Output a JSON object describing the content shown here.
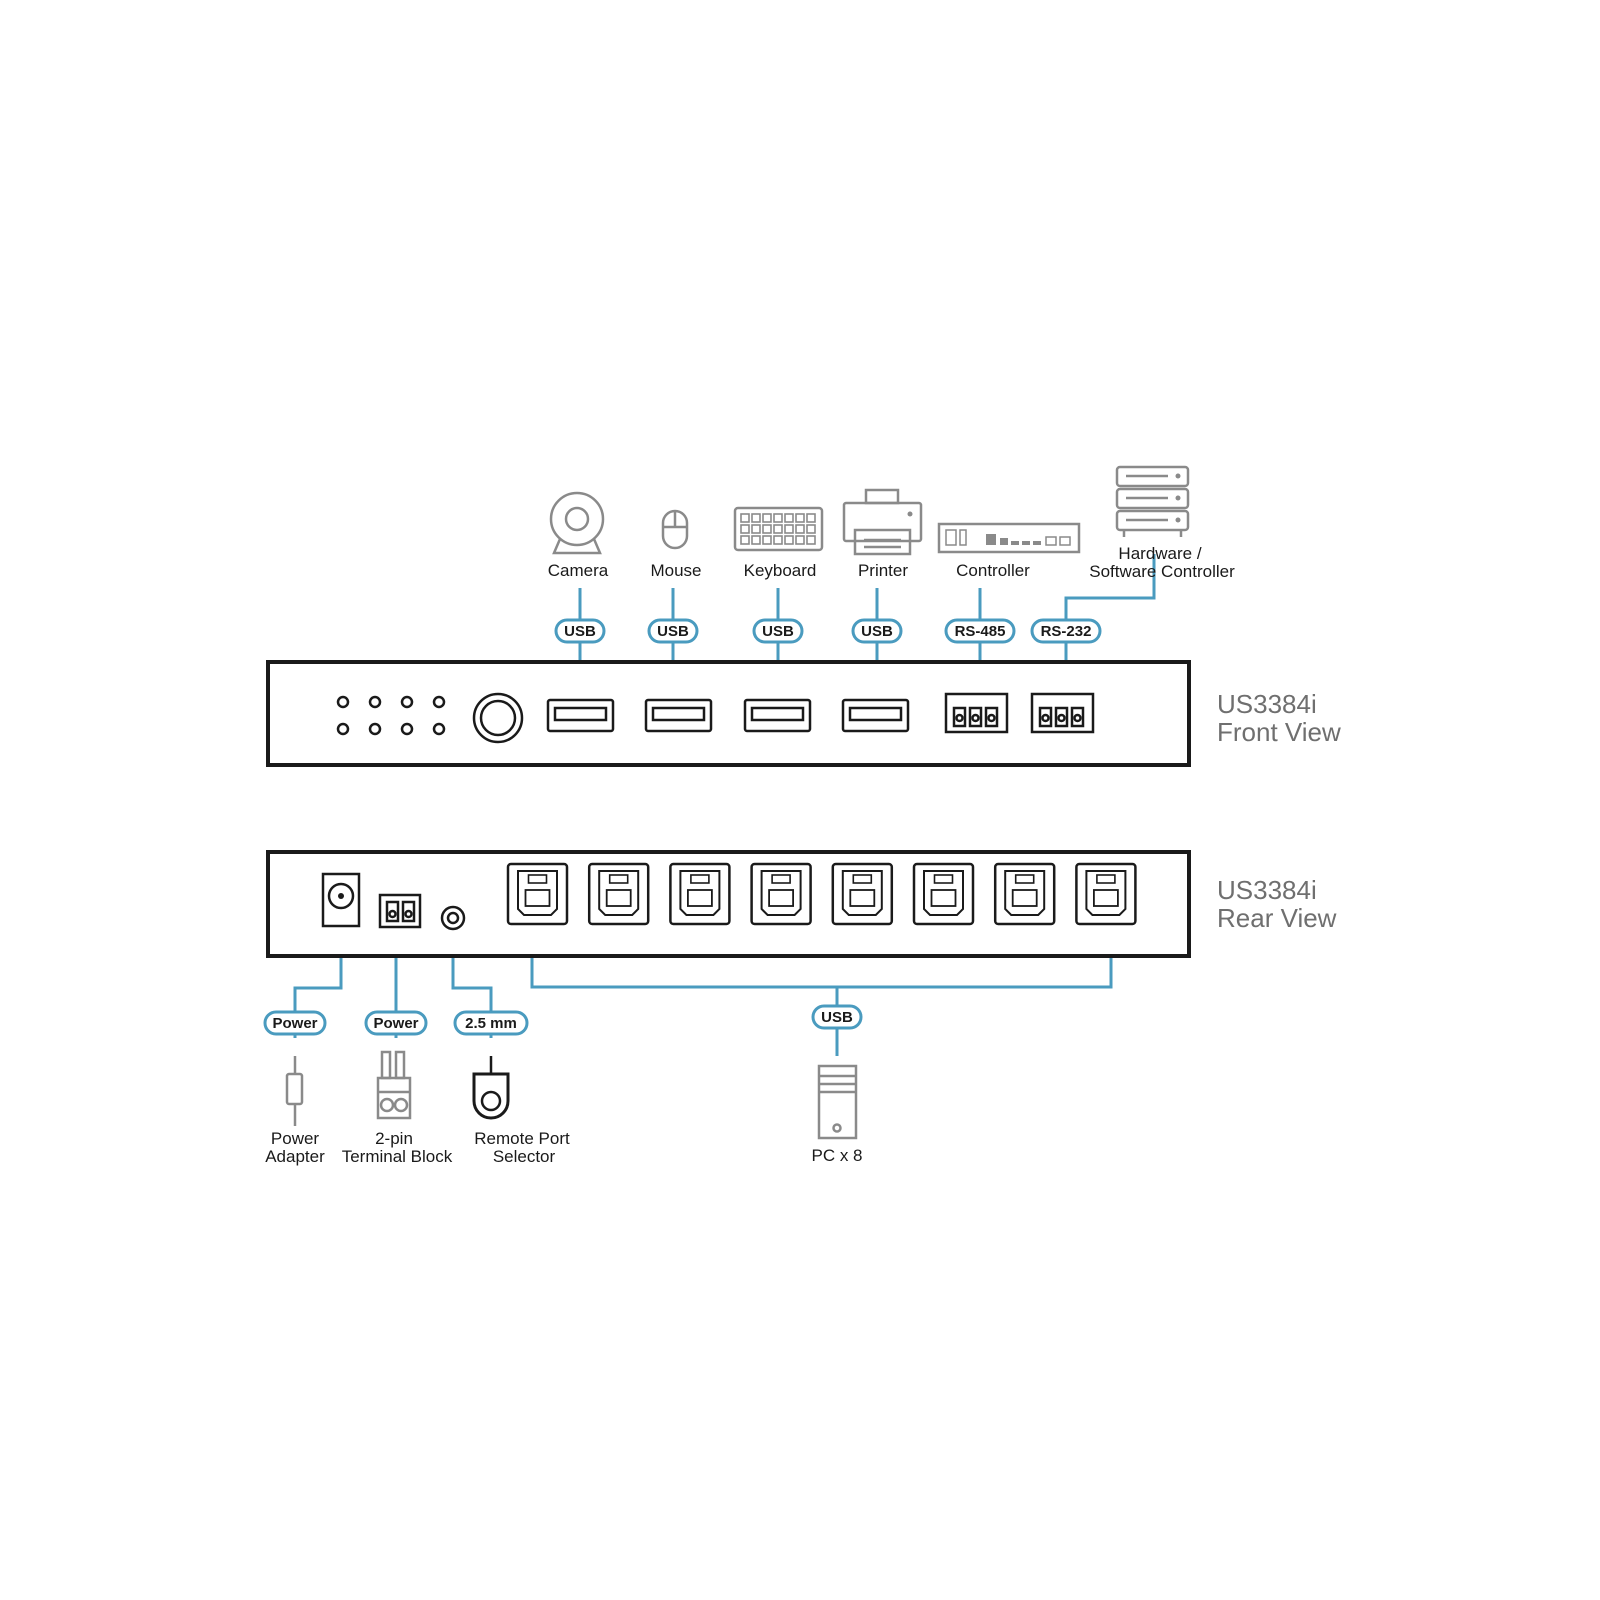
{
  "colors": {
    "accent": "#4a9bbf",
    "outline": "#1a1a1a",
    "device": "#8a8a8a",
    "title": "#6f6f6f"
  },
  "front_view": {
    "model": "US3384i",
    "view": "Front View",
    "devices": [
      {
        "id": "camera",
        "label": "Camera",
        "port": "USB",
        "icon": "webcam-icon"
      },
      {
        "id": "mouse",
        "label": "Mouse",
        "port": "USB",
        "icon": "mouse-icon"
      },
      {
        "id": "keyboard",
        "label": "Keyboard",
        "port": "USB",
        "icon": "keyboard-icon"
      },
      {
        "id": "printer",
        "label": "Printer",
        "port": "USB",
        "icon": "printer-icon"
      },
      {
        "id": "controller",
        "label": "Controller",
        "port": "RS-485",
        "icon": "controller-icon"
      },
      {
        "id": "hw-sw-controller",
        "label_line1": "Hardware /",
        "label_line2": "Software Controller",
        "port": "RS-232",
        "icon": "server-icon"
      }
    ],
    "leds": 8,
    "usb_ports": 4,
    "terminal_ports": 2
  },
  "rear_view": {
    "model": "US3384i",
    "view": "Rear View",
    "connections": [
      {
        "id": "power-adapter",
        "port": "Power",
        "label_line1": "Power",
        "label_line2": "Adapter",
        "icon": "power-plug-icon"
      },
      {
        "id": "terminal-block",
        "port": "Power",
        "label_line1": "2-pin",
        "label_line2": "Terminal Block",
        "icon": "terminal-block-icon"
      },
      {
        "id": "remote-port",
        "port": "2.5 mm",
        "label_line1": "Remote Port",
        "label_line2": "Selector",
        "icon": "remote-selector-icon"
      },
      {
        "id": "pc",
        "port": "USB",
        "label": "PC x 8",
        "icon": "pc-tower-icon"
      }
    ],
    "usb_b_ports": 8
  }
}
